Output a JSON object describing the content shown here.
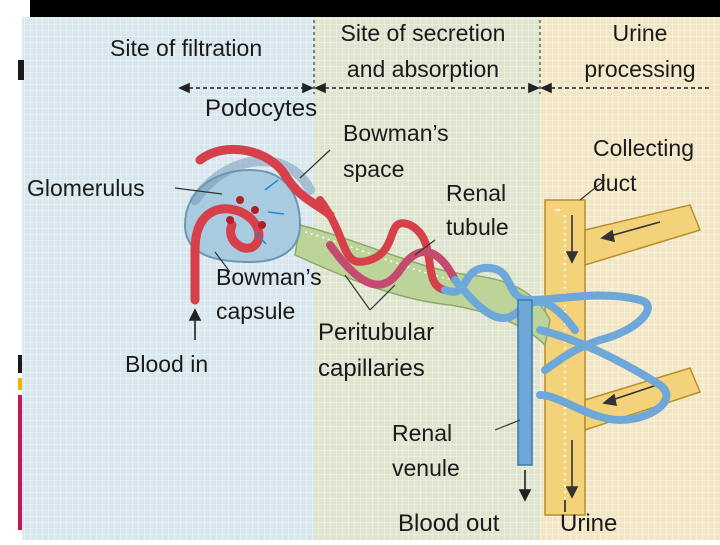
{
  "zones": {
    "filtration": "Site of filtration",
    "secretion_line1": "Site of secretion",
    "secretion_line2": "and absorption",
    "urine_line1": "Urine",
    "urine_line2": "processing"
  },
  "labels": {
    "podocytes": "Podocytes",
    "bowmans_space_1": "Bowman’s",
    "bowmans_space_2": "space",
    "glomerulus": "Glomerulus",
    "renal_tubule_1": "Renal",
    "renal_tubule_2": "tubule",
    "collecting_duct_1": "Collecting",
    "collecting_duct_2": "duct",
    "bowmans_capsule_1": "Bowman’s",
    "bowmans_capsule_2": "capsule",
    "blood_in": "Blood in",
    "peritubular_1": "Peritubular",
    "peritubular_2": "capillaries",
    "renal_venule_1": "Renal",
    "renal_venule_2": "venule",
    "blood_out": "Blood out",
    "urine": "Urine"
  },
  "colors": {
    "zone_filtration": "#d8e6ee",
    "zone_secretion": "#dfe4cf",
    "zone_urine": "#f3e6c4",
    "capillary_red": "#d6404a",
    "venule_blue": "#6ea8d8",
    "duct_yellow": "#f4d27a",
    "capsule_blue": "#a8cbe0",
    "tubule_green": "#bcd49a"
  }
}
